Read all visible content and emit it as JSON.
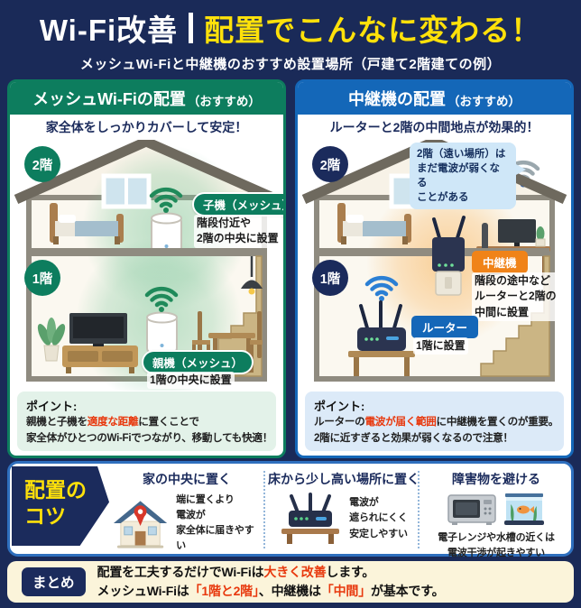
{
  "header": {
    "title_white": "Wi-Fi改善",
    "title_yellow": "配置でこんなに変わる！",
    "subtitle": "メッシュWi-Fiと中継機のおすすめ設置場所（戸建て2階建ての例）"
  },
  "colors": {
    "background_navy": "#1a2a58",
    "green_accent": "#0d7d5e",
    "blue_accent": "#1467b8",
    "orange_accent": "#f08318",
    "yellow_accent": "#ffe10a",
    "red_accent": "#e8380d"
  },
  "left_panel": {
    "title": "メッシュWi-Fiの配置",
    "title_note": "（おすすめ）",
    "subtitle": "家全体をしっかりカバーして安定！",
    "floor2": "2階",
    "floor1": "1階",
    "child_unit": {
      "label": "子機（メッシュ）",
      "desc": "階段付近や\n2階の中央に設置"
    },
    "parent_unit": {
      "label": "親機（メッシュ）",
      "desc": "1階の中央に設置"
    },
    "point": {
      "heading": "ポイント:",
      "line1_pre": "親機と子機を",
      "line1_red": "適度な距離",
      "line1_post": "に置くことで",
      "line2": "家全体がひとつのWi-Fiでつながり、移動しても快適！"
    }
  },
  "right_panel": {
    "title": "中継機の配置",
    "title_note": "（おすすめ）",
    "subtitle": "ルーターと2階の中間地点が効果的！",
    "floor2": "2階",
    "floor1": "1階",
    "bubble": "2階（遠い場所）は\nまだ電波が弱くなる\nことがある",
    "repeater": {
      "label": "中継機",
      "desc": "階段の途中など\nルーターと2階の\n中間に設置"
    },
    "router": {
      "label": "ルーター",
      "desc": "1階に設置"
    },
    "point": {
      "heading": "ポイント:",
      "line1_pre": "ルーターの",
      "line1_red": "電波が届く範囲",
      "line1_post": "に中継機を置くのが重要。",
      "line2": "2階に近すぎると効果が弱くなるので注意！"
    }
  },
  "tips": {
    "badge": "配置の\nコツ",
    "items": [
      {
        "title": "家の中央に置く",
        "desc": "端に置くより\n電波が\n家全体に届きやすい",
        "icon": "house-with-pin-icon"
      },
      {
        "title": "床から少し高い場所に置く",
        "desc": "電波が\n遮られにくく\n安定しやすい",
        "icon": "router-on-table-icon"
      },
      {
        "title": "障害物を避ける",
        "desc": "電子レンジや水槽の近くは\n電波干渉が起きやすい",
        "icon": "microwave-and-aquarium-icon"
      }
    ]
  },
  "summary": {
    "badge": "まとめ",
    "line1_pre": "配置を工夫するだけでWi-Fiは",
    "line1_red": "大きく改善",
    "line1_post": "します。",
    "line2_pre": "メッシュWi-Fiは",
    "line2_red1": "「1階と2階」",
    "line2_mid": "、中継機は",
    "line2_red2": "「中間」",
    "line2_post": "が基本です。"
  }
}
